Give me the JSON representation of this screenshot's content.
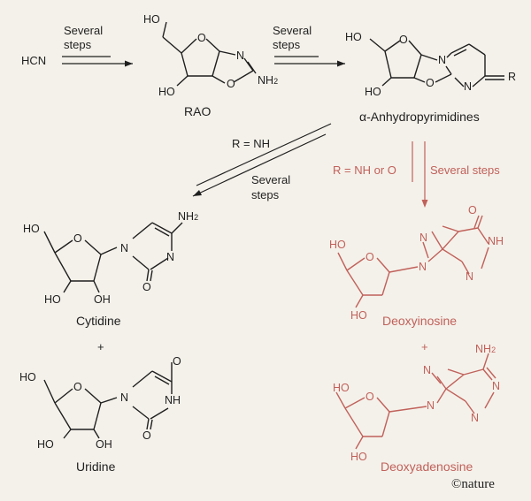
{
  "start": "HCN",
  "steps": {
    "several": "Several",
    "steps": "steps",
    "several_steps": "Several steps"
  },
  "compounds": {
    "rao": "RAO",
    "anhydro": "α-Anhydropyrimidines",
    "cytidine": "Cytidine",
    "uridine": "Uridine",
    "deoxyinosine": "Deoxyinosine",
    "deoxyadenosine": "Deoxyadenosine"
  },
  "conditions": {
    "r_nh": "R = NH",
    "r_nh_or_o": "R = NH or O"
  },
  "atoms": {
    "ho": "HO",
    "oh": "OH",
    "o": "O",
    "n": "N",
    "nh": "NH",
    "nh2_main": "NH",
    "two": "2",
    "r": "R"
  },
  "plus": "+",
  "credit": "©nature",
  "colors": {
    "background": "#f4f1ea",
    "black": "#1f1f1f",
    "red": "#c0615a"
  }
}
